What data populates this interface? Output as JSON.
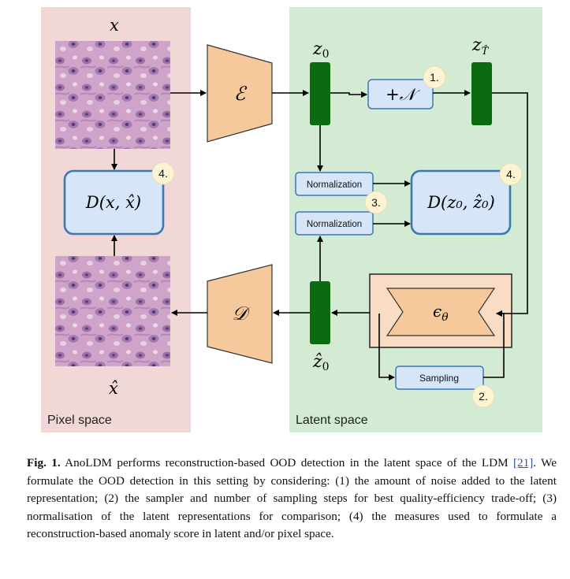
{
  "figure": {
    "panels": {
      "pixel_space_label": "Pixel space",
      "latent_space_label": "Latent space"
    },
    "symbols": {
      "x": "x",
      "x_hat": "x̂",
      "z0": "z",
      "z0_sub": "0",
      "zT": "z",
      "zT_sub": "T̂",
      "z0_hat": "ẑ",
      "z0_hat_sub": "0",
      "encoder": "ℰ",
      "decoder": "𝒟",
      "noise": "+𝒩",
      "eps": "ϵ",
      "eps_sub": "θ",
      "dist_pixel": "D(x, x̂)",
      "dist_latent": "D(z₀, ẑ₀)"
    },
    "boxes": {
      "normalization_top": "Normalization",
      "normalization_bottom": "Normalization",
      "sampling": "Sampling"
    },
    "badges": {
      "b1": "1.",
      "b2": "2.",
      "b3": "3.",
      "b4_pixel": "4.",
      "b4_latent": "4."
    },
    "colors": {
      "pixel_bg": "#f2d7d7",
      "latent_bg": "#d3ead3",
      "encoder_fill": "#f5c99b",
      "latent_bar": "#0b6b10",
      "box_fill": "#d6e6f8",
      "box_stroke": "#3a78b4",
      "badge_fill": "#fbf3d2",
      "unet_frame": "#f8dcc4"
    }
  },
  "caption": {
    "label": "Fig. 1.",
    "text_before_ref": " AnoLDM performs reconstruction-based OOD detection in the latent space of the LDM ",
    "ref": "[21]",
    "text_after_ref": ". We formulate the OOD detection in this setting by considering: (1) the amount of noise added to the latent representation; (2) the sampler and number of sampling steps for best quality-efficiency trade-off; (3) normalisation of the latent representations for comparison; (4) the measures used to formulate a reconstruction-based anomaly score in latent and/or pixel space."
  }
}
